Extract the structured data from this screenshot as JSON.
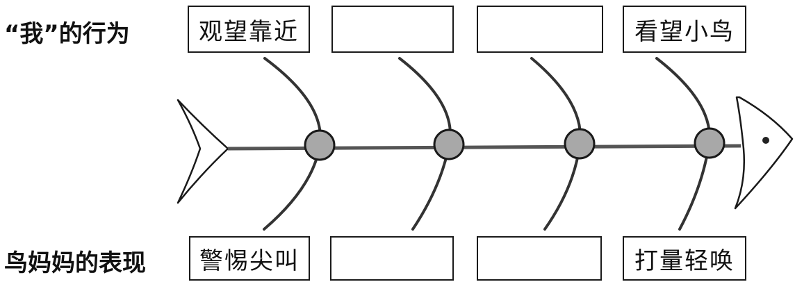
{
  "labels": {
    "top_row": "“我”的行为",
    "bottom_row": "鸟妈妈的表现"
  },
  "top_boxes": [
    "观望靠近",
    "",
    "",
    "看望小鸟"
  ],
  "bottom_boxes": [
    "警惕尖叫",
    "",
    "",
    "打量轻唤"
  ],
  "colors": {
    "ink": "#1a1a1a",
    "joint_fill": "#a8a8a8",
    "spine": "#555555"
  }
}
